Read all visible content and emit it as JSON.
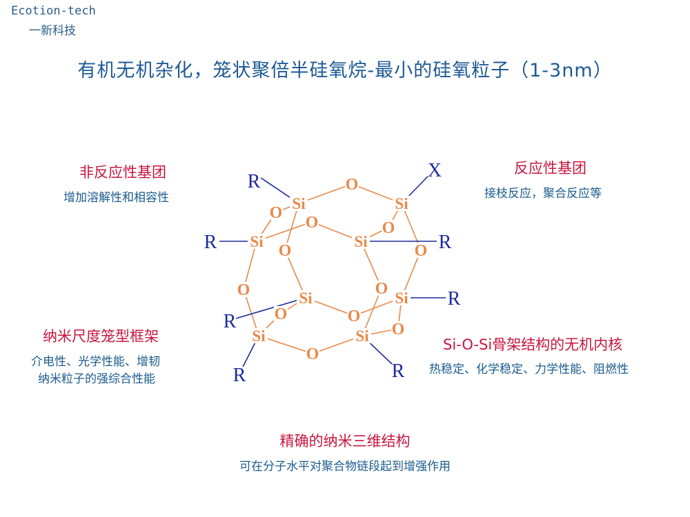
{
  "brand": {
    "name_en": "Ecotion-tech",
    "name_cn": "一新科技"
  },
  "title": "有机无机杂化，笼状聚倍半硅氧烷-最小的硅氧粒子（1-3nm）",
  "labels": {
    "non_reactive": {
      "heading": "非反应性基团",
      "desc": "增加溶解性和相容性"
    },
    "reactive": {
      "heading": "反应性基团",
      "desc": "接枝反应，聚合反应等"
    },
    "cage": {
      "heading": "纳米尺度笼型框架",
      "desc_line1": "介电性、光学性能、增韧",
      "desc_line2": "纳米粒子的强综合性能"
    },
    "core": {
      "heading": "Si-O-Si骨架结构的无机内核",
      "desc": "热稳定、化学稳定、力学性能、阻燃性"
    },
    "structure": {
      "heading": "精确的纳米三维结构",
      "desc": "可在分子水平对聚合物链段起到增强作用"
    }
  },
  "molecule": {
    "si_label": "Si",
    "o_label": "O",
    "r_label": "R",
    "x_label": "X",
    "colors": {
      "framework": "#e8894a",
      "substituent": "#1a2a9a"
    }
  }
}
